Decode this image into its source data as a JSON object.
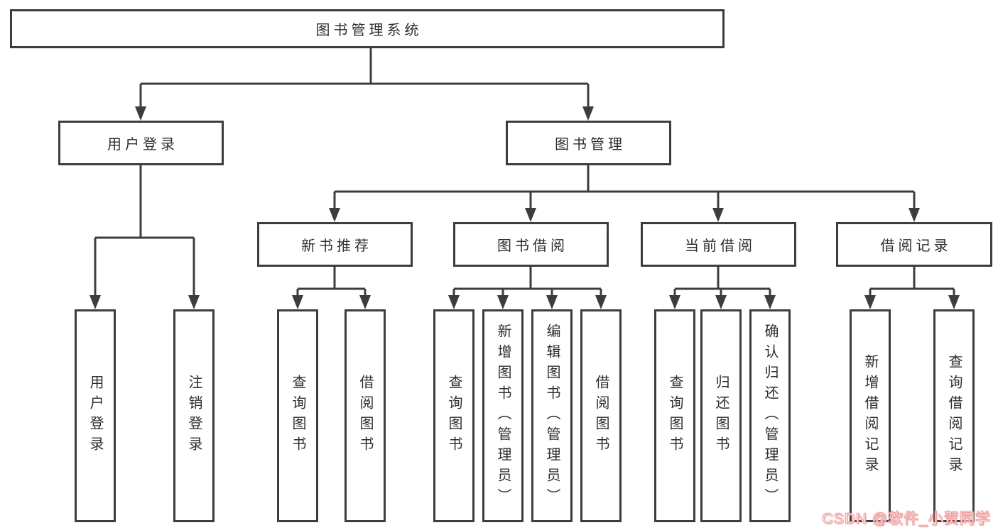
{
  "diagram": {
    "root": {
      "label": "图书管理系统"
    },
    "branches": [
      {
        "label": "用户登录",
        "children": [
          {
            "label": "用户登录"
          },
          {
            "label": "注销登录"
          }
        ]
      },
      {
        "label": "图书管理",
        "children": [
          {
            "label": "新书推荐",
            "children": [
              {
                "label": "查询图书"
              },
              {
                "label": "借阅图书"
              }
            ]
          },
          {
            "label": "图书借阅",
            "children": [
              {
                "label": "查询图书"
              },
              {
                "label": "新增图书（管理员）"
              },
              {
                "label": "编辑图书（管理员）"
              },
              {
                "label": "借阅图书"
              }
            ]
          },
          {
            "label": "当前借阅",
            "children": [
              {
                "label": "查询图书"
              },
              {
                "label": "归还图书"
              },
              {
                "label": "确认归还（管理员）"
              }
            ]
          },
          {
            "label": "借阅记录",
            "children": [
              {
                "label": "新增借阅记录"
              },
              {
                "label": "查询借阅记录"
              }
            ]
          }
        ]
      }
    ]
  },
  "watermark": {
    "text": "CSDN @软件_小贺同学"
  },
  "colors": {
    "line": "#3d3d3d",
    "text": "#2e2e2e",
    "background": "#ffffff",
    "watermark_pink": "#ef9f9f"
  }
}
